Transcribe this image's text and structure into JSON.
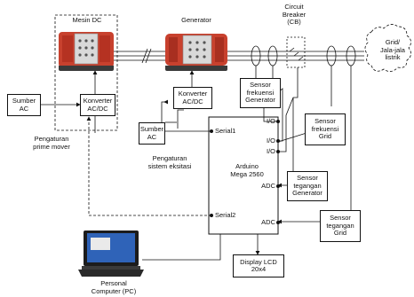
{
  "labels": {
    "mesin_dc": "Mesin DC",
    "generator": "Generator",
    "circuit_breaker": "Circuit\nBreaker\n(CB)",
    "grid": "Grid/\nJala-jala\nlistrik",
    "sumber_ac_1": "Sumber\nAC",
    "konverter_dc": "Konverter\nAC/DC",
    "konverter_gen": "Konverter\nAC/DC",
    "sumber_ac_2": "Sumber\nAC",
    "sensor_frek_gen": "Sensor\nfrekuensi\nGenerator",
    "sensor_frek_grid": "Sensor\nfrekuensi\nGrid",
    "sensor_teg_gen": "Sensor\ntegangan\nGenerator",
    "sensor_teg_grid": "Sensor\ntegangan\nGrid",
    "pengaturan_prime": "Pengaturan\nprime mover",
    "pengaturan_eksitasi": "Pengaturan\nsistem eksitasi",
    "arduino": "Arduino\nMega 2560",
    "io_top": "I/O",
    "serial1": "Serial1",
    "io_mid1": "I/O",
    "io_mid2": "I/O",
    "adc1": "ADC",
    "serial2": "Serial2",
    "adc2": "ADC",
    "display": "Display LCD\n20x4",
    "pc": "Personal\nComputer (PC)"
  },
  "icons": {
    "motor": "dc-motor-photo",
    "gen": "generator-photo",
    "breaker": "circuit-breaker-switch-icon",
    "grid": "grid-cloud-icon",
    "pc": "laptop-photo",
    "ct": "current-transformer-ring-icon"
  },
  "colors": {
    "machine_red": "#c8412e",
    "machine_panel": "#d9d9d9",
    "screen_blue": "#2f63b8"
  }
}
